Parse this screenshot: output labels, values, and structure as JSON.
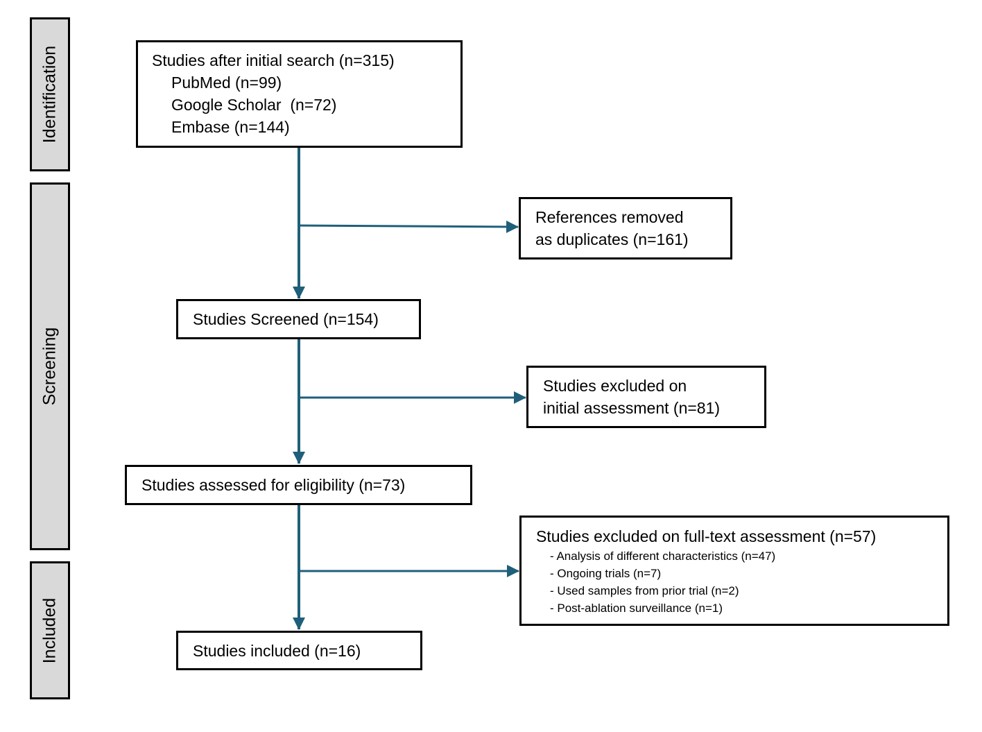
{
  "stages": {
    "identification": "Identification",
    "screening": "Screening",
    "included": "Included"
  },
  "boxes": {
    "initial_search": {
      "title": "Studies after initial search (n=315)",
      "sources": [
        "PubMed (n=99)",
        "Google Scholar  (n=72)",
        "Embase (n=144)"
      ]
    },
    "duplicates": [
      "References removed",
      "as duplicates (n=161)"
    ],
    "screened": "Studies Screened (n=154)",
    "excluded_initial": [
      "Studies excluded on",
      "initial assessment (n=81)"
    ],
    "eligibility": "Studies assessed for eligibility (n=73)",
    "excluded_fulltext": {
      "title": "Studies excluded on full-text assessment (n=57)",
      "reasons": [
        "- Analysis of different characteristics (n=47)",
        "- Ongoing trials (n=7)",
        "- Used samples from prior trial (n=2)",
        "- Post-ablation surveillance (n=1)"
      ]
    },
    "included": "Studies included (n=16)"
  },
  "colors": {
    "arrow": "#1f5f7a",
    "stage_fill": "#d9d9d9",
    "border": "#000000"
  }
}
